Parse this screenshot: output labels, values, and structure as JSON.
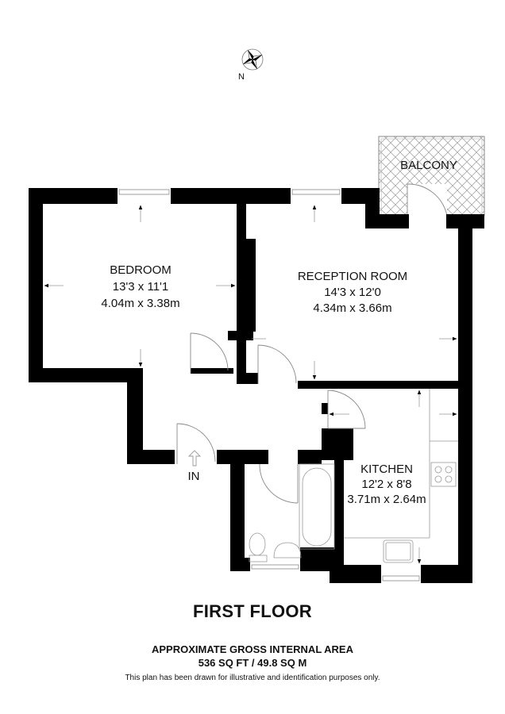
{
  "compass": {
    "label": "N",
    "icon": "compass-rose-icon"
  },
  "rooms": {
    "balcony": {
      "name": "BALCONY"
    },
    "bedroom": {
      "name": "BEDROOM",
      "imperial": "13'3 x 11'1",
      "metric": "4.04m x 3.38m"
    },
    "reception": {
      "name": "RECEPTION ROOM",
      "imperial": "14'3 x 12'0",
      "metric": "4.34m x 3.66m"
    },
    "kitchen": {
      "name": "KITCHEN",
      "imperial": "12'2 x 8'8",
      "metric": "3.71m x 2.64m"
    }
  },
  "entrance": {
    "label": "IN"
  },
  "footer": {
    "floor": "FIRST FLOOR",
    "area_label": "APPROXIMATE GROSS INTERNAL AREA",
    "area_value": "536 SQ FT / 49.8 SQ M",
    "disclaimer": "This plan has been drawn for illustrative and identification purposes only."
  },
  "colors": {
    "wall": "#000000",
    "fixture": "#8a8a8a",
    "background": "#ffffff"
  }
}
